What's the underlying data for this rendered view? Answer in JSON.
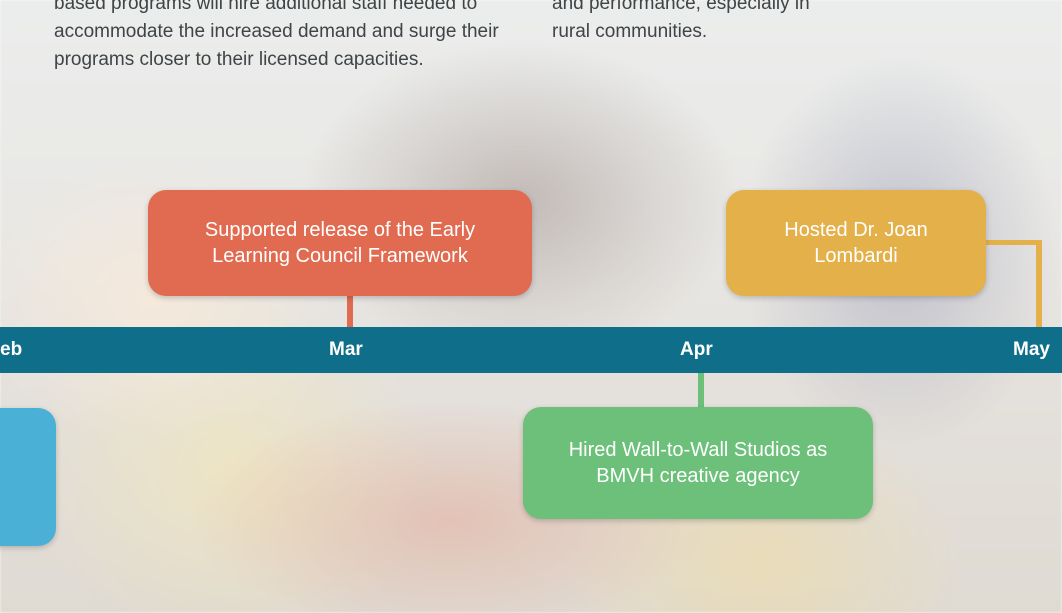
{
  "paragraphs": {
    "left": "based programs will hire additional staff needed to accommodate the increased demand and surge their programs closer to their licensed capacities.",
    "right": "and performance, especially in rural communities."
  },
  "timeline": {
    "months": [
      "eb",
      "Mar",
      "Apr",
      "May"
    ],
    "events": [
      {
        "text": "Supported release of the Early Learning Council Framework",
        "month": "Mar",
        "color": "#e06b50"
      },
      {
        "text": "Hosted Dr. Joan Lombardi",
        "month": "May",
        "color": "#e3b04a"
      },
      {
        "text": "Hired Wall-to-Wall Studios as BMVH creative agency",
        "month": "Apr",
        "color": "#6cc07a"
      },
      {
        "text": "",
        "month": "Feb",
        "color": "#4bb0d6"
      }
    ]
  }
}
